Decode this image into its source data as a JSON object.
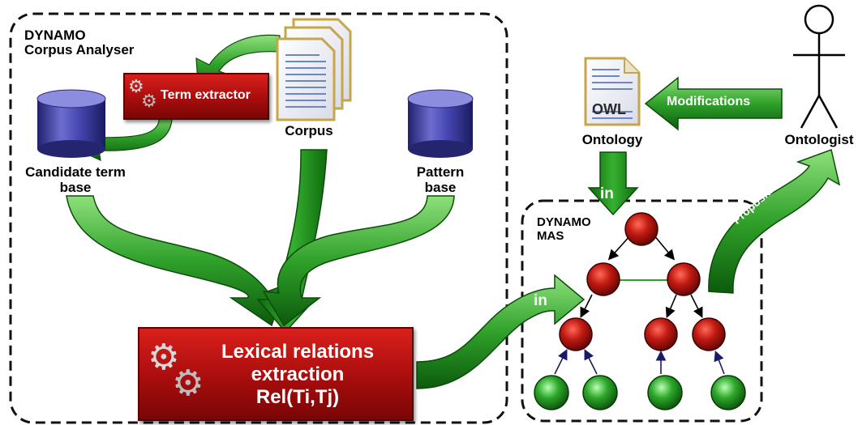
{
  "analyser": {
    "title_line1": "DYNAMO",
    "title_line2": "Corpus Analyser",
    "term_extractor": "Term extractor",
    "corpus": "Corpus",
    "candidate_line1": "Candidate term",
    "candidate_line2": "base",
    "pattern_line1": "Pattern",
    "pattern_line2": "base",
    "lexical_line1": "Lexical relations",
    "lexical_line2": "extraction",
    "lexical_line3": "Rel(Ti,Tj)"
  },
  "mas": {
    "title_line1": "DYNAMO",
    "title_line2": "MAS"
  },
  "ontology": {
    "doc_label": "OWL",
    "label": "Ontology"
  },
  "ontologist": {
    "label": "Ontologist"
  },
  "arrows": {
    "modifications": "Modifications",
    "in_top": "in",
    "in_left": "in",
    "propositions": "Propositions"
  },
  "colors": {
    "green": "#2fa12a",
    "red": "#b3100f",
    "cylinder": "#3b3ba0"
  }
}
